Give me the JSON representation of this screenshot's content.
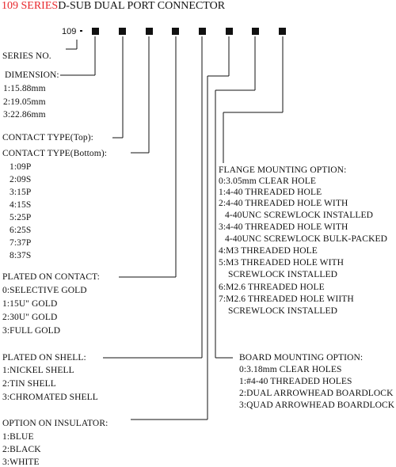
{
  "title": {
    "series": "109 SERIES",
    "name": "D-SUB DUAL PORT CONNECTOR"
  },
  "part_number": {
    "prefix": "109",
    "slots": 8
  },
  "sections": {
    "series_no": {
      "heading": "SERIES NO.",
      "options": []
    },
    "dimension": {
      "heading": "DIMENSION:",
      "options": [
        "1:15.88mm",
        "2:19.05mm",
        "3:22.86mm"
      ]
    },
    "contact_top": {
      "heading": "CONTACT TYPE(Top):",
      "options": []
    },
    "contact_bottom": {
      "heading": "CONTACT TYPE(Bottom):",
      "options": [
        "1:09P",
        "2:09S",
        "3:15P",
        "4:15S",
        "5:25P",
        "6:25S",
        "7:37P",
        "8:37S"
      ]
    },
    "plated_contact": {
      "heading": "PLATED ON CONTACT:",
      "options": [
        "0:SELECTIVE GOLD",
        "1:15U\" GOLD",
        "2:30U\" GOLD",
        "3:FULL GOLD"
      ]
    },
    "plated_shell": {
      "heading": "PLATED ON SHELL:",
      "options": [
        "1:NICKEL SHELL",
        "2:TIN SHELL",
        "3:CHROMATED SHELL"
      ]
    },
    "insulator": {
      "heading": "OPTION ON INSULATOR:",
      "options": [
        "1:BLUE",
        "2:BLACK",
        "3:WHITE"
      ]
    },
    "flange": {
      "heading": "FLANGE MOUNTING OPTION:",
      "options": [
        "0:3.05mm CLEAR HOLE",
        "1:4-40 THREADED HOLE",
        "2:4-40 THREADED HOLE WITH",
        "4-40UNC SCREWLOCK INSTALLED",
        "3:4-40 THREADED HOLE WITH",
        "4-40UNC SCREWLOCK BULK-PACKED",
        "4:M3 THREADED HOLE",
        "5:M3 THREADED HOLE WITH",
        "SCREWLOCK INSTALLED",
        "6:M2.6 THREADED HOLE",
        "7:M2.6 THREADED HOLE WIITH",
        "SCREWLOCK INSTALLED"
      ]
    },
    "board": {
      "heading": "BOARD MOUNTING OPTION:",
      "options": [
        "0:3.18mm CLEAR HOLES",
        "1:#4-40 THREADED HOLES",
        "2:DUAL ARROWHEAD BOARDLOCK",
        "3:QUAD ARROWHEAD BOARDLOCK"
      ]
    }
  }
}
